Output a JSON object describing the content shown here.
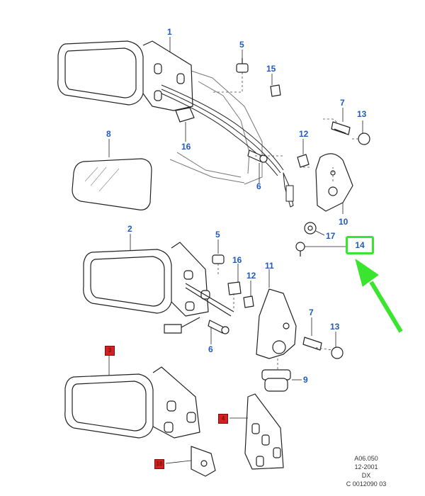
{
  "callouts": {
    "c1": "1",
    "c5a": "5",
    "c15": "15",
    "c7a": "7",
    "c13a": "13",
    "c8": "8",
    "c16a": "16",
    "c12a": "12",
    "c6a": "6",
    "c10": "10",
    "c17": "17",
    "c14": "14",
    "c2": "2",
    "c5b": "5",
    "c16b": "16",
    "c12b": "12",
    "c11": "11",
    "c7b": "7",
    "c13b": "13",
    "c6b": "6",
    "c9": "9",
    "c3": "3",
    "c4": "4",
    "c18": "18"
  },
  "footer": {
    "code": "A06.050",
    "date": "12-2001",
    "region": "DX",
    "ref": "C 0012090 03"
  },
  "colors": {
    "callout": "#1f5bbf",
    "highlight": "#39e52e",
    "red_box": "#d42020",
    "line": "#222222"
  }
}
